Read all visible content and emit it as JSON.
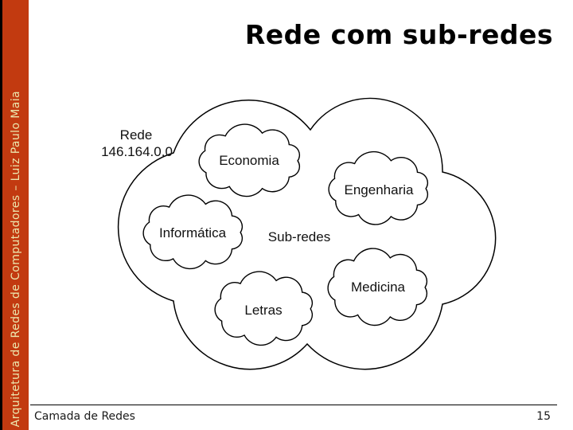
{
  "slide": {
    "title": "Rede com sub-redes",
    "sidebar_text": "Arquitetura de Redes de Computadores – Luiz Paulo Maia",
    "footer_left": "Camada de Redes",
    "page_number": "15"
  },
  "diagram": {
    "network_name": "Rede",
    "network_address": "146.164.0.0",
    "center_label": "Sub-redes",
    "subnets": [
      {
        "label": "Economia"
      },
      {
        "label": "Engenharia"
      },
      {
        "label": "Informática"
      },
      {
        "label": "Letras"
      },
      {
        "label": "Medicina"
      }
    ]
  },
  "colors": {
    "sidebar": "#c23a10",
    "sidebar-edge": "#000000",
    "sidebar-text": "#ece7ae",
    "title-text": "#000000",
    "diagram-stroke": "#000000"
  }
}
